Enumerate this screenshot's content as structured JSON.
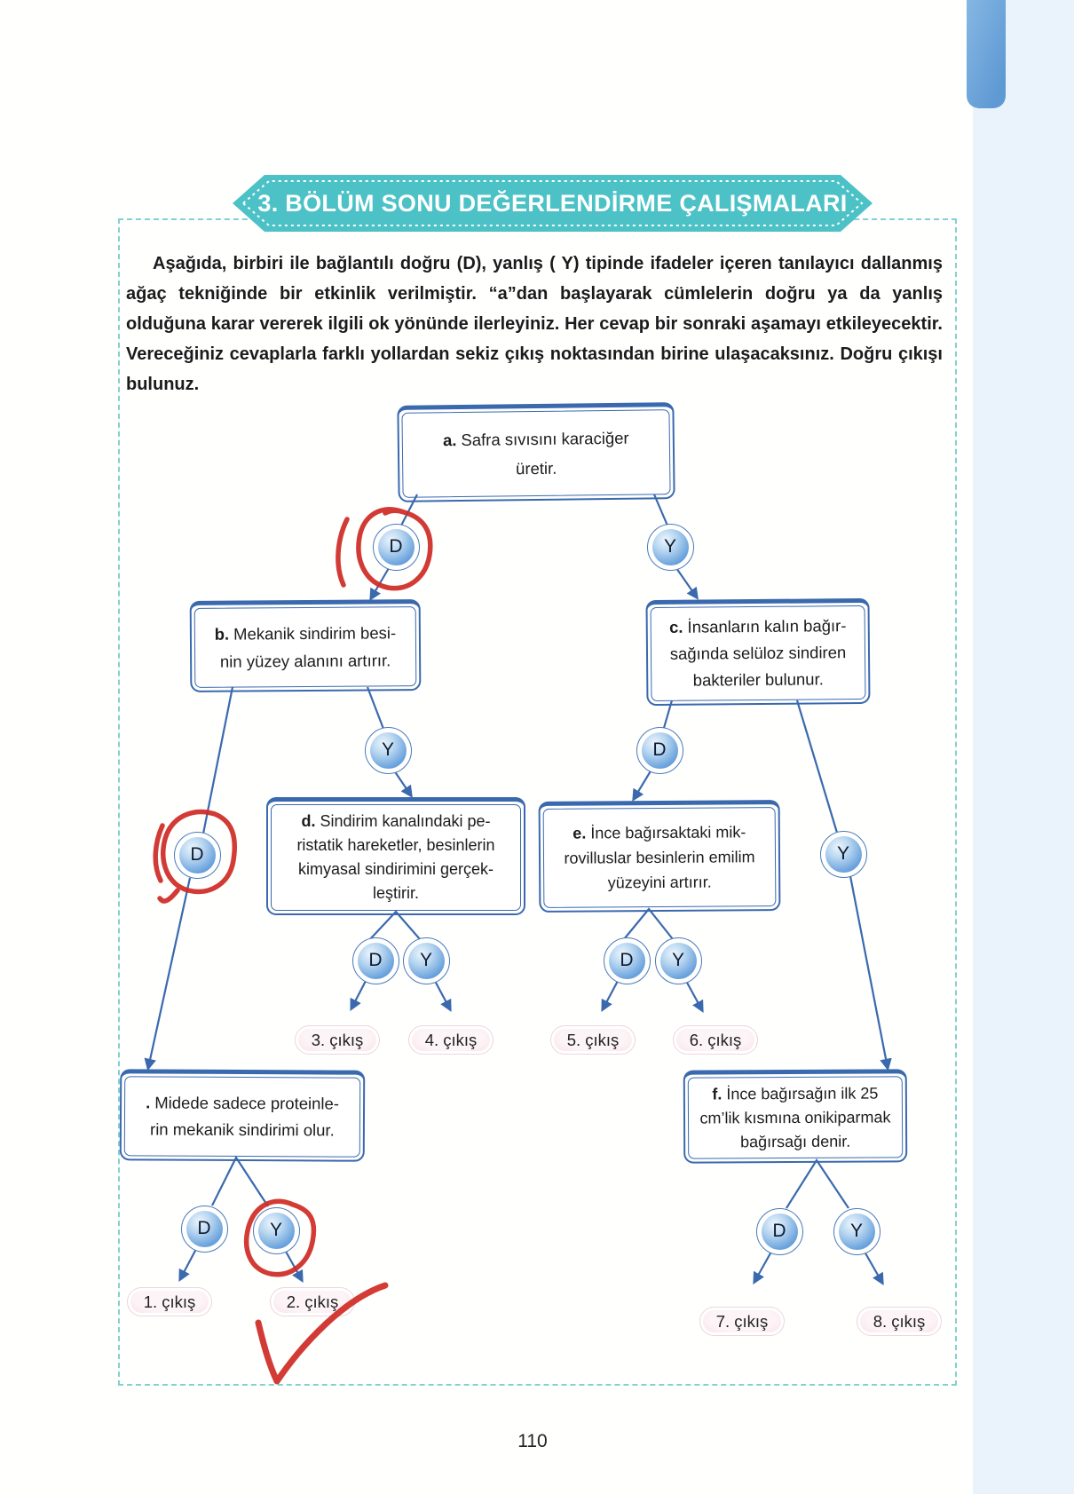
{
  "banner": {
    "title": "3. BÖLÜM SONU DEĞERLENDİRME ÇALIŞMALARI"
  },
  "intro": {
    "text": "Aşağıda, birbiri ile bağlantılı doğru (D), yanlış ( Y) tipinde ifadeler içeren tanılayıcı dallanmış ağaç tekniğinde bir etkinlik verilmiştir. “a”dan başlayarak cümlelerin doğru ya da yanlış olduğuna karar vererek ilgili ok yönünde ilerleyiniz. Her cevap bir sonraki aşamayı etkileyecektir. Vereceğiniz cevaplarla farklı yollardan sekiz çıkış noktasından birine ulaşacaksınız. Doğru çıkışı bulunuz."
  },
  "statements": {
    "a": {
      "label": "a.",
      "lines": [
        "Safra sıvısını karaciğer",
        "üretir."
      ]
    },
    "b": {
      "label": "b.",
      "lines": [
        "Mekanik sindirim besi-",
        "nin yüzey alanını artırır."
      ]
    },
    "c": {
      "label": "c.",
      "lines": [
        "İnsanların kalın bağır-",
        "sağında selüloz sindiren",
        "bakteriler bulunur."
      ]
    },
    "d": {
      "label": "d.",
      "lines": [
        "Sindirim kanalındaki pe-",
        "ristatik hareketler, besinlerin",
        "kimyasal sindirimini gerçek-",
        "leştirir."
      ]
    },
    "e": {
      "label": "e.",
      "lines": [
        "İnce bağırsaktaki mik-",
        "rovilluslar besinlerin emilim",
        "yüzeyini artırır."
      ]
    },
    "f": {
      "label": "f.",
      "lines": [
        "İnce bağırsağın ilk 25",
        "cm’lik kısmına onikiparmak",
        "bağırsağı denir."
      ]
    },
    "g": {
      "label": ".",
      "lines": [
        "Midede sadece proteinle-",
        "rin mekanik sindirimi olur."
      ]
    }
  },
  "decision_labels": {
    "dogru": "D",
    "yanlis": "Y"
  },
  "exits": [
    "1. çıkış",
    "2. çıkış",
    "3. çıkış",
    "4. çıkış",
    "5. çıkış",
    "6. çıkış",
    "7. çıkış",
    "8. çıkış"
  ],
  "annotations": {
    "pen_color": "#cf2b24",
    "circled": [
      "D below statement a",
      "D below statement b",
      "Y below Midede statement"
    ],
    "checkmark_on": "2. çıkış"
  },
  "page": {
    "number": "110"
  },
  "colors": {
    "accent_teal": "#4cc2c6",
    "connector_blue": "#3a69ae",
    "circle_blue": "#5b97d4",
    "pill_pink": "#fbeef2",
    "pen_red": "#cf2b24",
    "tab_blue": "#6aa2d8",
    "strip_blue": "#eaf3fb"
  }
}
